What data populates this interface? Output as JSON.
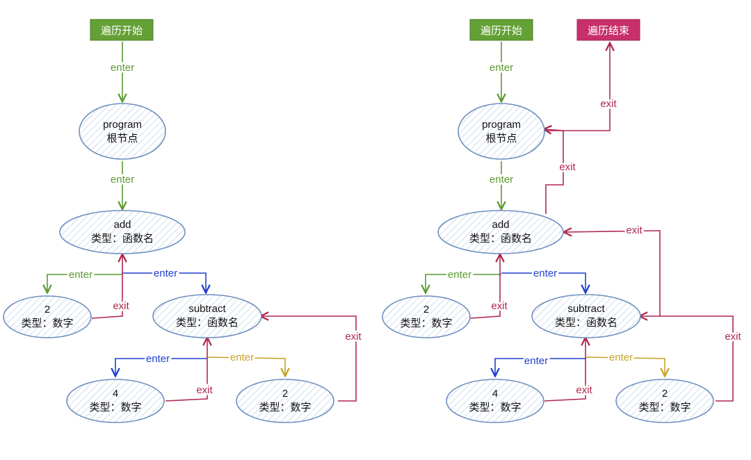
{
  "colors": {
    "enter_green": "#5a9a2f",
    "enter_blue": "#1f3fd0",
    "enter_yellow": "#c9a227",
    "exit_red": "#b0274d",
    "start_box": "#63a035",
    "end_box": "#c7306a",
    "node_stroke": "#6f8fc0",
    "node_hatch": "#cfdcec"
  },
  "left": {
    "start_label": "遍历开始",
    "nodes": {
      "program": {
        "line1": "program",
        "line2": "根节点"
      },
      "add": {
        "line1": "add",
        "line2": "类型：函数名"
      },
      "num2a": {
        "line1": "2",
        "line2": "类型：数字"
      },
      "subtract": {
        "line1": "subtract",
        "line2": "类型：函数名"
      },
      "num4": {
        "line1": "4",
        "line2": "类型：数字"
      },
      "num2b": {
        "line1": "2",
        "line2": "类型：数字"
      }
    },
    "edges": {
      "enter1": "enter",
      "enter2": "enter",
      "enter_left": "enter",
      "enter_sub": "enter",
      "exit_2a": "exit",
      "enter_4": "enter",
      "enter_2b": "enter",
      "exit_4": "exit",
      "exit_2b": "exit"
    }
  },
  "right": {
    "start_label": "遍历开始",
    "end_label": "遍历结束",
    "nodes": {
      "program": {
        "line1": "program",
        "line2": "根节点"
      },
      "add": {
        "line1": "add",
        "line2": "类型：函数名"
      },
      "num2a": {
        "line1": "2",
        "line2": "类型：数字"
      },
      "subtract": {
        "line1": "subtract",
        "line2": "类型：函数名"
      },
      "num4": {
        "line1": "4",
        "line2": "类型：数字"
      },
      "num2b": {
        "line1": "2",
        "line2": "类型：数字"
      }
    },
    "edges": {
      "enter1": "enter",
      "enter2": "enter",
      "enter_left": "enter",
      "enter_sub": "enter",
      "exit_2a": "exit",
      "enter_4": "enter",
      "enter_2b": "enter",
      "exit_4": "exit",
      "exit_2b": "exit",
      "exit_sub": "exit",
      "exit_add": "exit",
      "exit_program": "exit"
    }
  }
}
